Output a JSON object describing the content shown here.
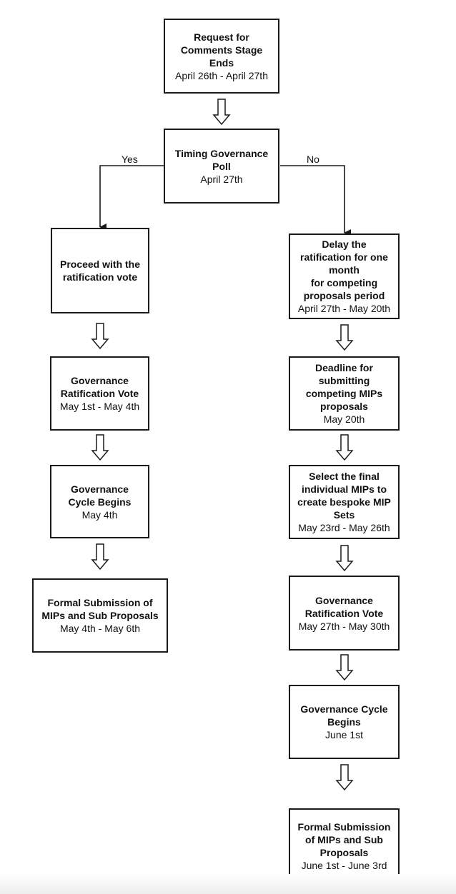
{
  "start": {
    "title": "Request for\nComments Stage\nEnds",
    "date": "April 26th - April 27th"
  },
  "poll": {
    "title": "Timing Governance\nPoll",
    "date": "April 27th"
  },
  "branch_labels": {
    "yes": "Yes",
    "no": "No"
  },
  "yes_path": [
    {
      "title": "Proceed with the\nratification vote",
      "date": ""
    },
    {
      "title": "Governance\nRatification Vote",
      "date": "May 1st - May 4th"
    },
    {
      "title": "Governance\nCycle Begins",
      "date": "May 4th"
    },
    {
      "title": "Formal Submission of\nMIPs and Sub Proposals",
      "date": "May 4th - May 6th"
    }
  ],
  "no_path": [
    {
      "title": "Delay the\nratification for one\nmonth\nfor competing\nproposals period",
      "date": "April 27th - May 20th"
    },
    {
      "title": "Deadline for\nsubmitting\ncompeting MIPs\nproposals",
      "date": "May 20th"
    },
    {
      "title": "Select the final\nindividual MIPs to\ncreate bespoke MIP\nSets",
      "date": "May 23rd - May 26th"
    },
    {
      "title": "Governance\nRatification Vote",
      "date": "May 27th - May 30th"
    },
    {
      "title": "Governance Cycle\nBegins",
      "date": "June 1st"
    },
    {
      "title": "Formal Submission\nof MIPs and Sub\nProposals",
      "date": "June 1st - June 3rd"
    }
  ]
}
